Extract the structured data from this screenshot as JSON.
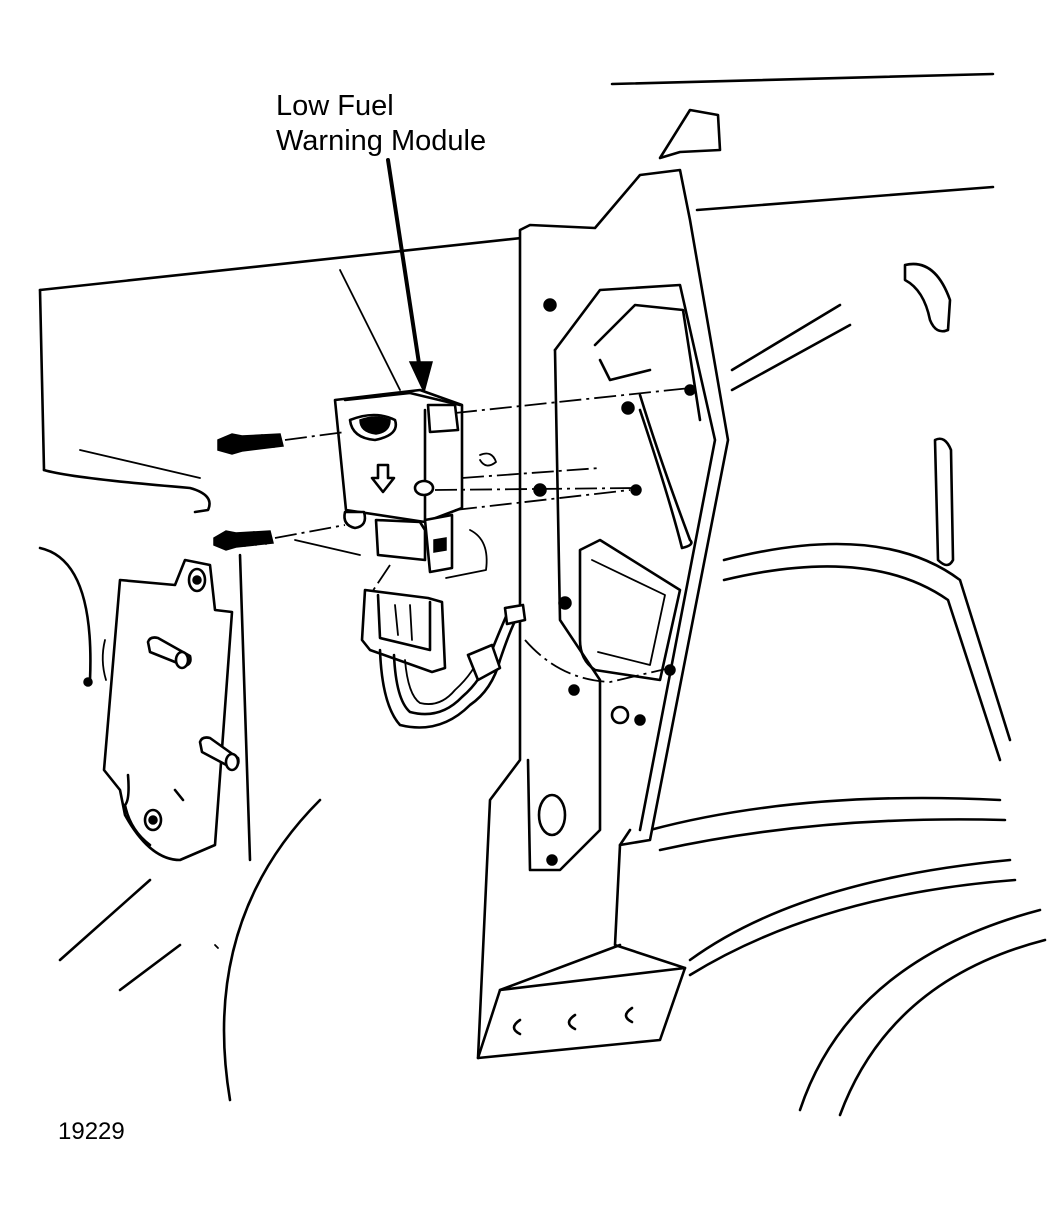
{
  "callout": {
    "line1": "Low Fuel",
    "line2": "Warning Module"
  },
  "figure_number": "19229"
}
